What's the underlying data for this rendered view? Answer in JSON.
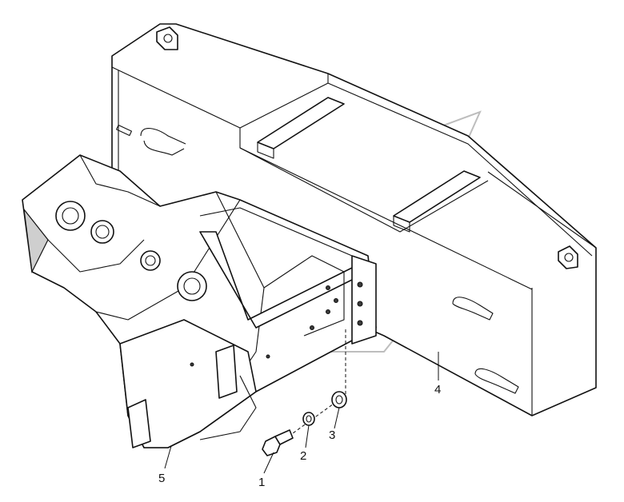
{
  "callouts": [
    {
      "id": "1",
      "label": "1"
    },
    {
      "id": "2",
      "label": "2"
    },
    {
      "id": "3",
      "label": "3"
    },
    {
      "id": "4",
      "label": "4"
    },
    {
      "id": "5",
      "label": "5"
    }
  ],
  "colors": {
    "line": "#111111",
    "background": "#ffffff",
    "watermark": "#bdbdbd"
  }
}
